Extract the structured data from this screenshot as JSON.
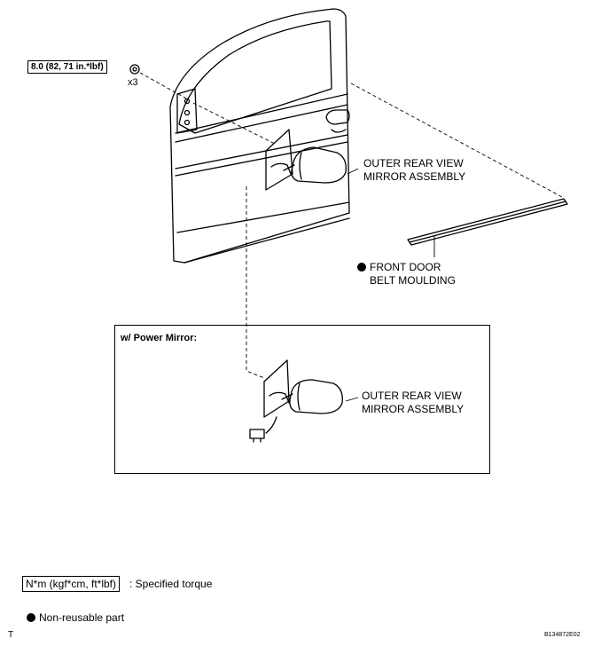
{
  "torque_spec": {
    "value": "8.0 (82, 71 in.*lbf)",
    "quantity": "x3"
  },
  "labels": {
    "mirror_assembly_line1": "OUTER REAR VIEW",
    "mirror_assembly_line2": "MIRROR ASSEMBLY",
    "moulding_line1": "FRONT DOOR",
    "moulding_line2": "BELT MOULDING"
  },
  "inset": {
    "title": "w/ Power Mirror:",
    "mirror_label_line1": "OUTER REAR VIEW",
    "mirror_label_line2": "MIRROR ASSEMBLY"
  },
  "legend": {
    "torque_unit": "N*m (kgf*cm, ft*lbf)",
    "torque_desc": ": Specified torque",
    "nonreusable_desc": "Non-reusable part"
  },
  "footer": {
    "left_mark": "T",
    "figure_code": "B134872E02"
  }
}
